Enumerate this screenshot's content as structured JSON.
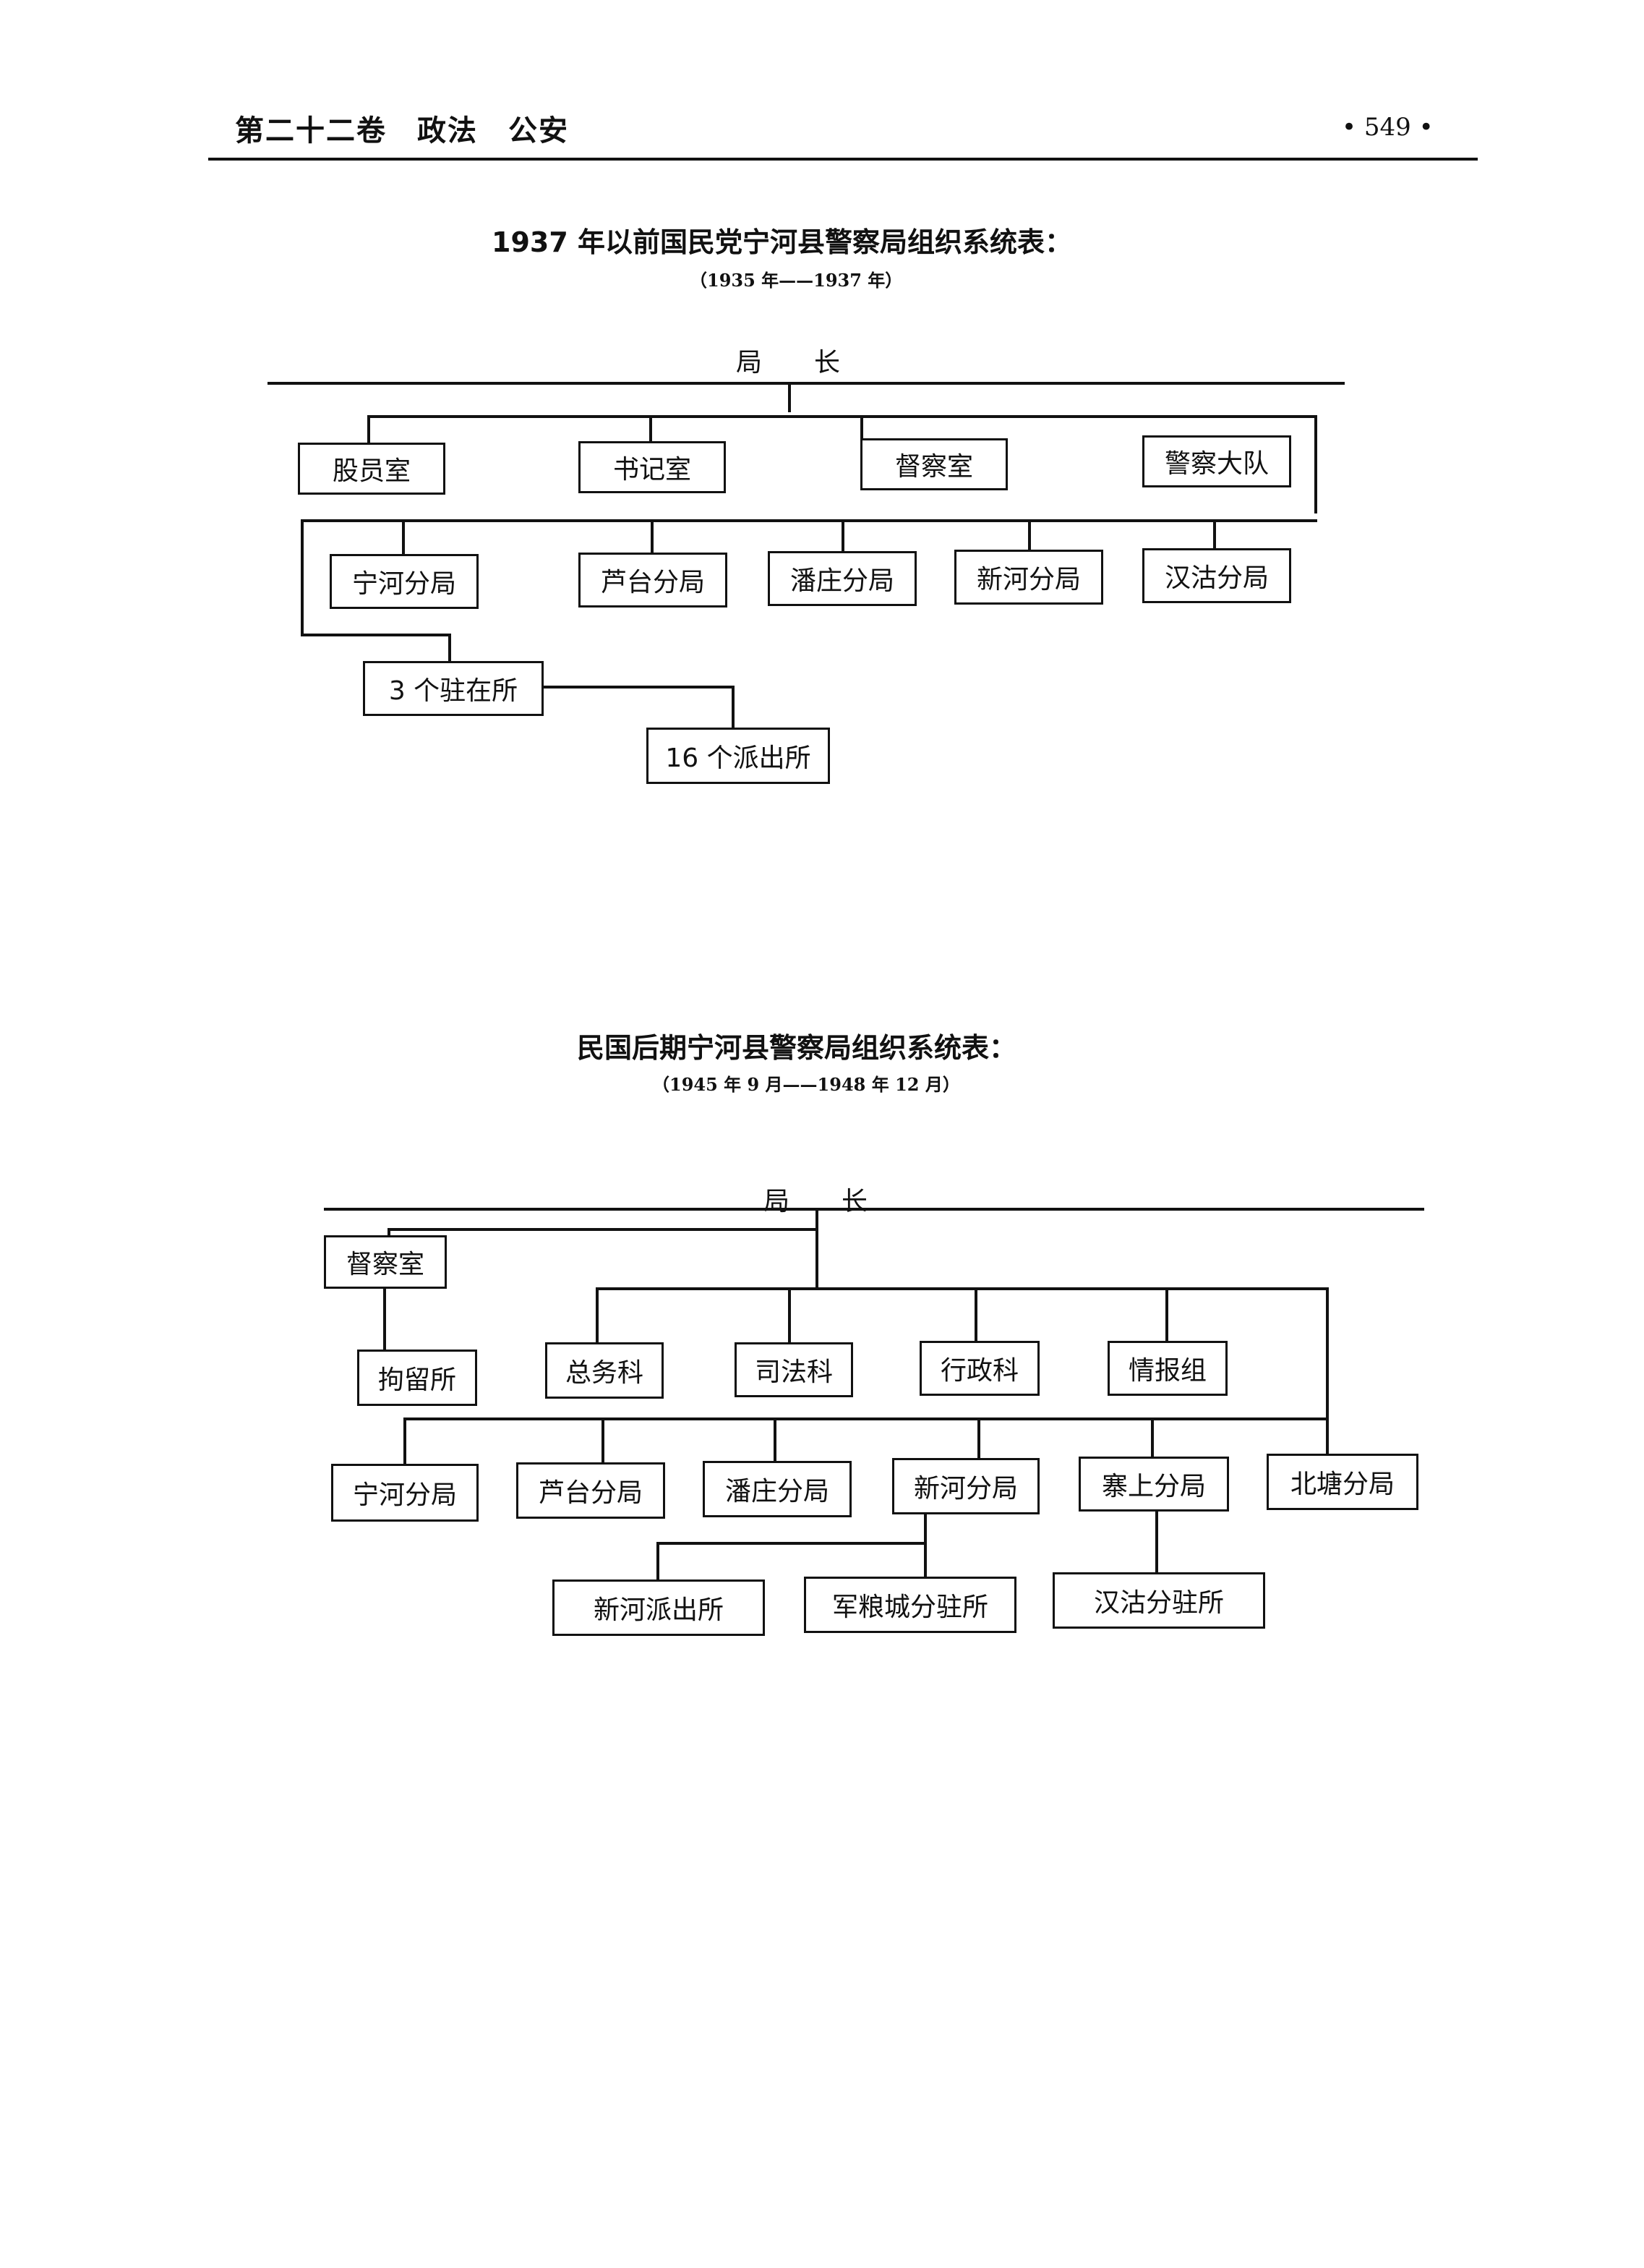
{
  "header": {
    "section": "第二十二卷　政法　公安",
    "page_number": "• 549 •"
  },
  "chart1": {
    "title": "1937 年以前国民党宁河县警察局组织系统表：",
    "subtitle": "（1935 年——1937 年）",
    "root": "局　　长",
    "nodes": {
      "a": "股员室",
      "b": "书记室",
      "c": "督察室",
      "d": "警察大队",
      "e": "宁河分局",
      "f": "芦台分局",
      "g": "潘庄分局",
      "h": "新河分局",
      "i": "汉沽分局",
      "j": "3 个驻在所",
      "k": "16 个派出所"
    }
  },
  "chart2": {
    "title": "民国后期宁河县警察局组织系统表：",
    "subtitle": "（1945 年 9 月——1948 年 12 月）",
    "root": "局　　长",
    "nodes": {
      "a": "督察室",
      "b": "拘留所",
      "c": "总务科",
      "d": "司法科",
      "e": "行政科",
      "f": "情报组",
      "g": "宁河分局",
      "h": "芦台分局",
      "i": "潘庄分局",
      "j": "新河分局",
      "k": "寨上分局",
      "l": "北塘分局",
      "m": "新河派出所",
      "n": "军粮城分驻所",
      "o": "汉沽分驻所"
    }
  }
}
